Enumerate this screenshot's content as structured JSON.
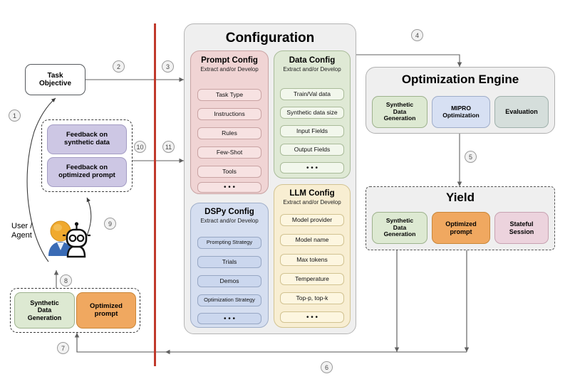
{
  "diagram": {
    "title_visible": false,
    "actor": {
      "label_line1": "User /",
      "label_line2": "Agent",
      "icon": "user-robot-icon"
    },
    "task_objective": {
      "line1": "Task",
      "line2": "Objective"
    },
    "feedback_group": {
      "items": [
        {
          "line1": "Feedback on",
          "line2": "synthetic data"
        },
        {
          "line1": "Feedback on",
          "line2": "optimized prompt"
        }
      ]
    },
    "bottom_results": {
      "items": [
        {
          "line1": "Synthetic",
          "line2": "Data",
          "line3": "Generation",
          "color": "#dde9d2"
        },
        {
          "line1": "Optimized",
          "line2": "prompt",
          "color": "#f0a860"
        }
      ]
    },
    "configuration": {
      "title": "Configuration",
      "groups": [
        {
          "title": "Prompt Config",
          "subtitle": "Extract and/or Develop",
          "color": "#f0d4d4",
          "items": [
            "Task Type",
            "Instructions",
            "Rules",
            "Few-Shot",
            "Tools",
            "• • •"
          ]
        },
        {
          "title": "Data Config",
          "subtitle": "Extract and/or Develop",
          "color": "#dfe9d5",
          "items": [
            "Train/Val data",
            "Synthetic data size",
            "Input Fields",
            "Output Fields",
            "• • •"
          ]
        },
        {
          "title": "DSPy Config",
          "subtitle": "Extract and/or Develop",
          "color": "#d5def0",
          "items": [
            "Prompting Strategy",
            "Trials",
            "Demos",
            "Optimization Strategy",
            "• • •"
          ]
        },
        {
          "title": "LLM Config",
          "subtitle": "Extract and/or Develop",
          "color": "#f8eed2",
          "items": [
            "Model provider",
            "Model name",
            "Max tokens",
            "Temperature",
            "Top-p, top-k",
            "• • •"
          ]
        }
      ]
    },
    "optimization_engine": {
      "title": "Optimization Engine",
      "items": [
        {
          "line1": "Synthetic",
          "line2": "Data",
          "line3": "Generation",
          "color": "#dde9d2"
        },
        {
          "line1": "MIPRO",
          "line2": "Optimization",
          "color": "#d7e0f3"
        },
        {
          "line1": "Evaluation",
          "line2": "",
          "color": "#d5dedb"
        }
      ]
    },
    "yield": {
      "title": "Yield",
      "items": [
        {
          "line1": "Synthetic",
          "line2": "Data",
          "line3": "Generation",
          "color": "#dde9d2"
        },
        {
          "line1": "Optimized",
          "line2": "prompt",
          "color": "#f0a860"
        },
        {
          "line1": "Stateful",
          "line2": "Session",
          "color": "#ecd3dd"
        }
      ]
    },
    "flow_numbers": [
      "1",
      "2",
      "3",
      "4",
      "5",
      "6",
      "7",
      "8",
      "9",
      "10",
      "11"
    ],
    "boundary_line_color": "#c0392b"
  }
}
